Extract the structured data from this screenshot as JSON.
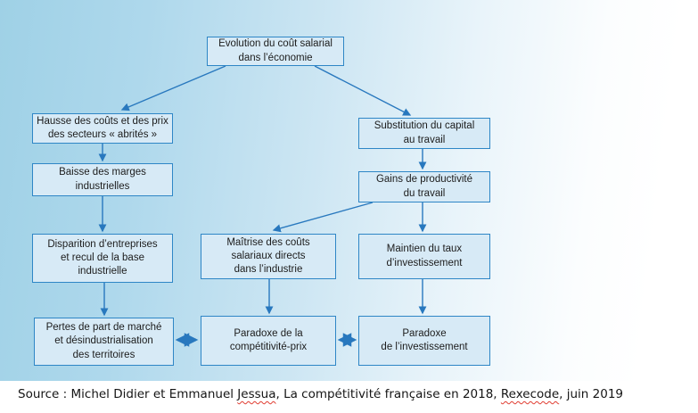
{
  "diagram": {
    "nodes": [
      {
        "id": "evolution-cout-salarial",
        "text": "Evolution du coût salarial\ndans l’économie"
      },
      {
        "id": "hausse-couts-prix",
        "text": "Hausse des coûts et des prix\ndes secteurs « abrités »"
      },
      {
        "id": "baisse-marges",
        "text": "Baisse des marges\nindustrielles"
      },
      {
        "id": "disparition-entreprises",
        "text": "Disparition d’entreprises\net recul de la base\nindustrielle"
      },
      {
        "id": "pertes-part-marche",
        "text": "Pertes de part de marché\net désindustrialisation\ndes territoires"
      },
      {
        "id": "substitution-capital",
        "text": "Substitution du capital\nau travail"
      },
      {
        "id": "gains-productivite",
        "text": "Gains de productivité\ndu travail"
      },
      {
        "id": "maitrise-couts-salariaux",
        "text": "Maîtrise des coûts\nsalariaux directs\ndans l’industrie"
      },
      {
        "id": "maintien-taux-investissement",
        "text": "Maintien du taux\nd’investissement"
      },
      {
        "id": "paradoxe-competitivite-prix",
        "text": "Paradoxe de la\ncompétitivité-prix"
      },
      {
        "id": "paradoxe-investissement",
        "text": "Paradoxe\nde l’investissement"
      }
    ]
  },
  "source_line": {
    "prefix": "Source : Michel Didier et Emmanuel ",
    "misspelled_word_1": "Jessua",
    "middle": ", La compétitivité française en 2018, ",
    "misspelled_word_2": "Rexecode",
    "suffix": ", juin 2019"
  },
  "colors": {
    "accent_border": "#2e86c6",
    "node_fill": "#d7eaf6",
    "background_blue": "#9fd1e6",
    "arrow": "#2878be",
    "misspell_underline": "#e03c31",
    "text": "#1c1c1c"
  }
}
